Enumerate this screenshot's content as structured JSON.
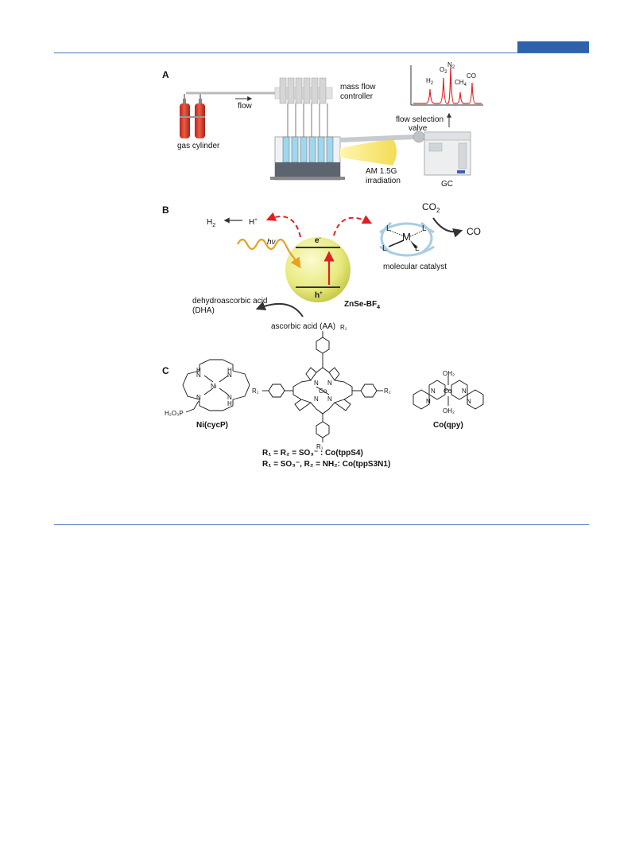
{
  "panel_a": {
    "letter": "A",
    "mass_flow": [
      "mass flow",
      "controller"
    ],
    "flow": "flow",
    "gas_cylinder": "gas cylinder",
    "flow_valve": [
      "flow selection",
      "valve"
    ],
    "irradiation": [
      "AM 1.5G",
      "irradiation"
    ],
    "gc": "GC",
    "peaks": {
      "h2": "H",
      "o2": "O",
      "n2": "N",
      "ch4": "CH",
      "co": "CO",
      "sub2": "2",
      "sub4": "4"
    }
  },
  "panel_b": {
    "letter": "B",
    "h2": "H",
    "h2_sub": "2",
    "hplus": "H",
    "plus": "+",
    "hv": "hν",
    "electron": "e",
    "minus": "-",
    "hole": "h",
    "hole_plus": "+",
    "zn": "ZnSe-BF",
    "zn_sub": "4",
    "dha": [
      "dehydroascorbic acid",
      "(DHA)"
    ],
    "aa": "ascorbic acid (AA)",
    "co2": "CO",
    "co2_sub": "2",
    "co": "CO",
    "metal": "M",
    "ligand": "L",
    "catalyst": "molecular catalyst"
  },
  "panel_c": {
    "letter": "C",
    "ni_label": "Ni(cycP)",
    "ni": "Ni",
    "n": "N",
    "h": "H",
    "h2o3p": "H₂O₃P",
    "co_label": "Co(qpy)",
    "oh2": "OH₂",
    "co": "Co",
    "r1": "R₁",
    "r2": "R₂",
    "eq1": "R₁ = R₂ = SO₃⁻ : Co(tppS4)",
    "eq2": "R₁ = SO₃⁻, R₂ = NH₂: Co(tppS3N1)"
  }
}
